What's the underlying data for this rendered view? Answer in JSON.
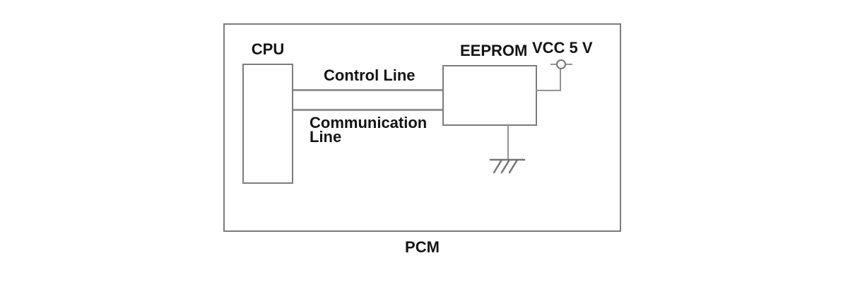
{
  "diagram": {
    "title": "PCM",
    "blocks": {
      "cpu": {
        "label": "CPU"
      },
      "eeprom": {
        "label": "EEPROM"
      }
    },
    "wires": {
      "control": {
        "label": "Control Line"
      },
      "communication": {
        "label": "Communication Line"
      }
    },
    "power": {
      "label": "VCC 5 V",
      "terminal_icon": "circle-terminal"
    },
    "ground": {
      "icon": "chassis-ground"
    },
    "colors": {
      "background": "#ffffff",
      "border": "#7c7c7c",
      "wire": "#949494",
      "text": "#141414"
    }
  }
}
